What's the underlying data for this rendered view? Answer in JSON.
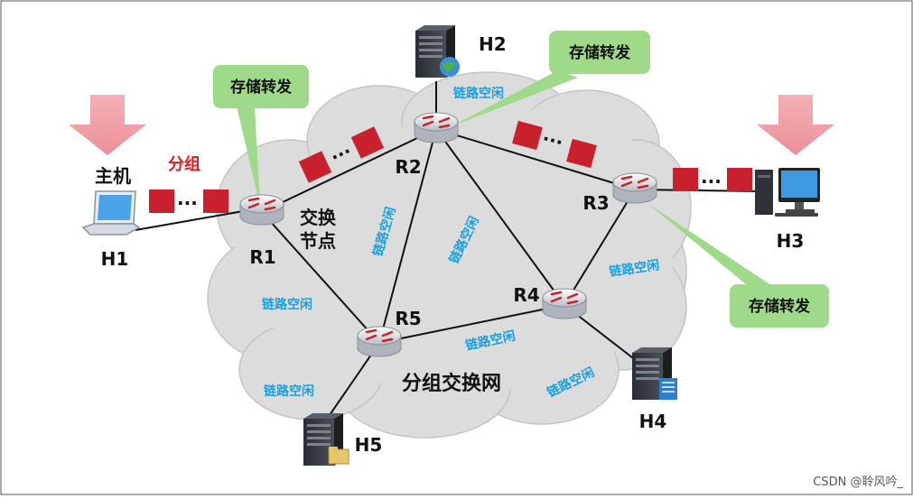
{
  "hosts": {
    "h1": "H1",
    "h2": "H2",
    "h3": "H3",
    "h4": "H4",
    "h5": "H5",
    "h1_host_label": "主机"
  },
  "routers": {
    "r1": "R1",
    "r2": "R2",
    "r3": "R3",
    "r4": "R4",
    "r5": "R5",
    "r1_node_line1": "交换",
    "r1_node_line2": "节点"
  },
  "labels": {
    "packet": "分组",
    "network": "分组交换网",
    "store_forward": "存储转发",
    "link_idle": "链路空闲",
    "dots": "···"
  },
  "watermark": "CSDN @聆风吟_",
  "colors": {
    "cloud": "#dcdcdc",
    "link_text": "#19a0e0",
    "packet": "#c8202c",
    "callout": "#9fd98a",
    "arrow": "#f0a0a8"
  }
}
